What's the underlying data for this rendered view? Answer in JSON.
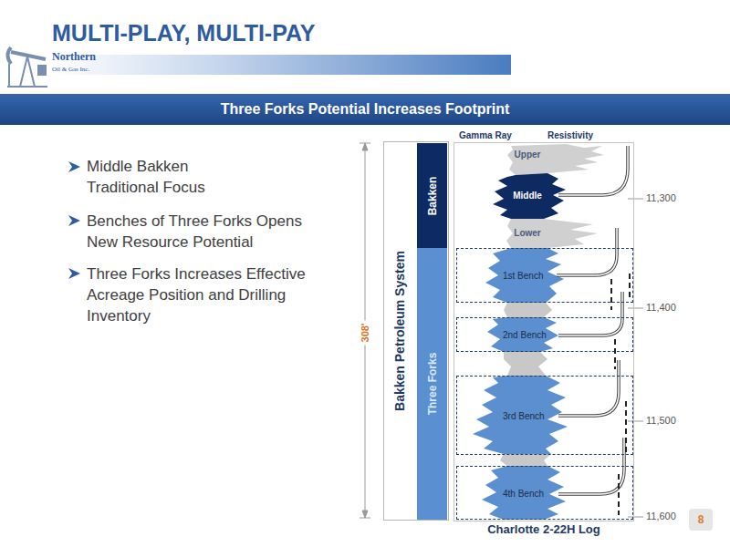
{
  "diagram": {
    "title": "MULTI-PLAY, MULTI-PAY",
    "nodes": [
      {
        "text": [
          "Three Forks Potential Increases Footprint"
        ]
      },
      {
        "text": [
          "Bakken Petroleum System"
        ]
      },
      {
        "text": [
          "Bakken"
        ],
        "in": 1
      },
      {
        "text": [
          "Three Forks"
        ],
        "in": 1
      },
      {
        "text": [
          "Charlotte 2-22H Log"
        ]
      },
      {
        "text": [
          "1st Bench"
        ],
        "in": 4
      },
      {
        "text": [
          "2nd Bench"
        ],
        "in": 4
      },
      {
        "text": [
          "3rd Bench"
        ],
        "in": 4
      },
      {
        "text": [
          "4th Bench"
        ],
        "in": 4
      },
      {
        "text": [
          "8"
        ]
      }
    ],
    "labels": [
      "Northern",
      "Oil & Gas Inc.",
      "Middle Bakken Traditional Focus",
      "Benches of Three Forks Opens New Resource Potential",
      "Three Forks Increases Effective Acreage Position and Drilling Inventory",
      "308'",
      "Gamma Ray",
      "Resistivity",
      "Upper",
      "Middle",
      "Lower",
      "11,300",
      "11,400",
      "11,500",
      "11,600"
    ]
  }
}
